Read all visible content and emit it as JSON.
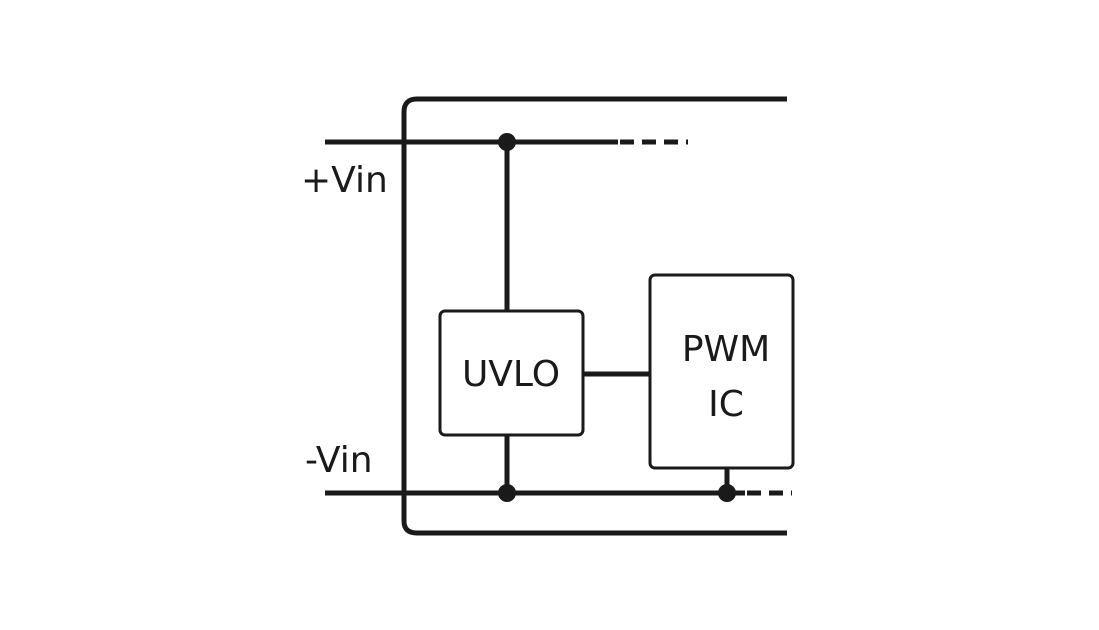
{
  "terminals": {
    "plus_vin": "+Vin",
    "minus_vin": "-Vin"
  },
  "blocks": {
    "uvlo": "UVLO",
    "pwm_line1": "PWM",
    "pwm_line2": "IC"
  },
  "colors": {
    "line": "#1a1a1a",
    "background": "#ffffff"
  }
}
